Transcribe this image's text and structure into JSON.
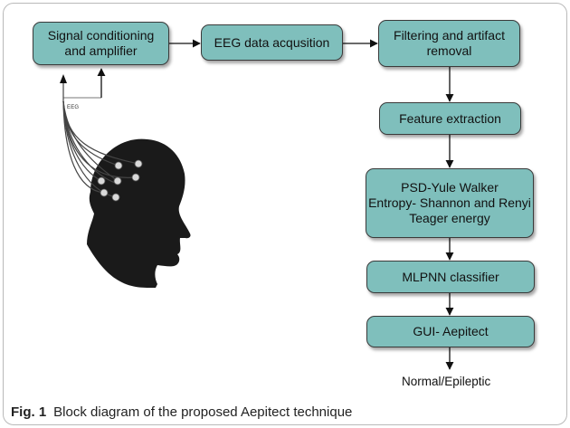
{
  "diagram": {
    "nodes": {
      "signal_conditioning": "Signal conditioning\nand amplifier",
      "eeg_acquisition": "EEG data acqusition",
      "filtering": "Filtering and artifact\nremoval",
      "feature_extraction": "Feature extraction",
      "features": "PSD-Yule Walker\nEntropy- Shannon and Renyi\nTeager energy",
      "classifier": "MLPNN classifier",
      "gui": "GUI- Aepitect"
    },
    "head_label": "EEG",
    "output_label": "Normal/Epileptic",
    "edges": [
      {
        "from": "head",
        "to": "signal_conditioning"
      },
      {
        "from": "signal_conditioning",
        "to": "eeg_acquisition"
      },
      {
        "from": "eeg_acquisition",
        "to": "filtering"
      },
      {
        "from": "filtering",
        "to": "feature_extraction"
      },
      {
        "from": "feature_extraction",
        "to": "features"
      },
      {
        "from": "features",
        "to": "classifier"
      },
      {
        "from": "classifier",
        "to": "gui"
      },
      {
        "from": "gui",
        "to": "output"
      }
    ]
  },
  "caption": {
    "label": "Fig. 1",
    "text": "Block diagram of the proposed Aepitect technique"
  }
}
